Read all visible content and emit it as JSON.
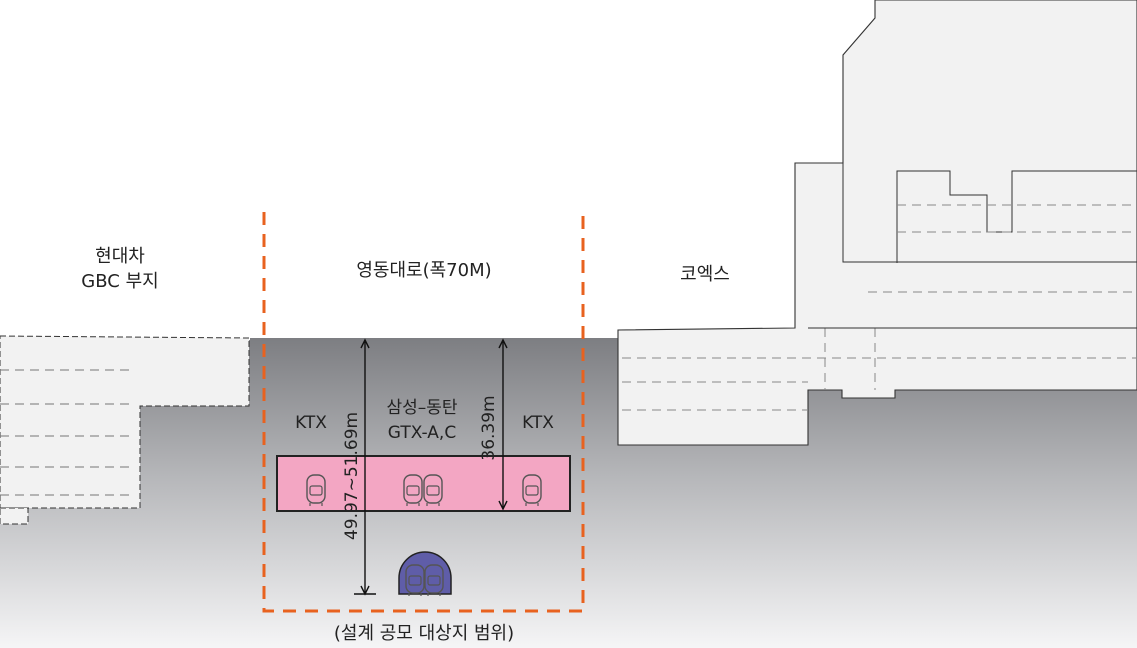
{
  "labels": {
    "gbc_line1": "현대차",
    "gbc_line2": "GBC 부지",
    "road": "영동대로(폭70M)",
    "coex": "코엑스",
    "ktx_left": "KTX",
    "ktx_right": "KTX",
    "samsung_line1": "삼성–동탄",
    "samsung_line2": "GTX-A,C",
    "depth_left": "49.97~51.69m",
    "depth_right": "36.39m",
    "scope": "(설계 공모 대상지 범위)"
  },
  "colors": {
    "ground_top": "#7d7e82",
    "ground_bottom": "#f4f4f5",
    "scope_line": "#e8621f",
    "station_box": "#f3a6c3",
    "tunnel": "#5f5da8",
    "building_fill": "#f2f2f2",
    "building_stroke": "#333333"
  },
  "icons": {
    "train": "train-icon",
    "tunnel": "tunnel-icon"
  }
}
